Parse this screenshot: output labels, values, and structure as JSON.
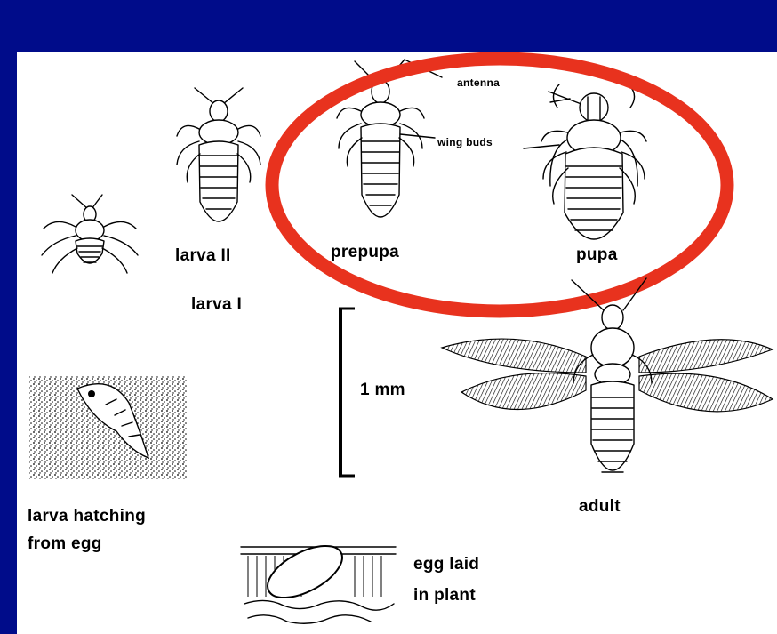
{
  "figure": {
    "labels": {
      "larva_1": "larva I",
      "larva_2": "larva II",
      "prepupa": "prepupa",
      "pupa": "pupa",
      "antenna": "antenna",
      "wing_buds": "wing buds",
      "adult": "adult",
      "scale": "1 mm",
      "hatching_line1": "larva hatching",
      "hatching_line2": "from egg",
      "egg_line1": "egg laid",
      "egg_line2": "in plant"
    },
    "highlight_color": "#e8321e",
    "background_color": "#000c8a"
  }
}
